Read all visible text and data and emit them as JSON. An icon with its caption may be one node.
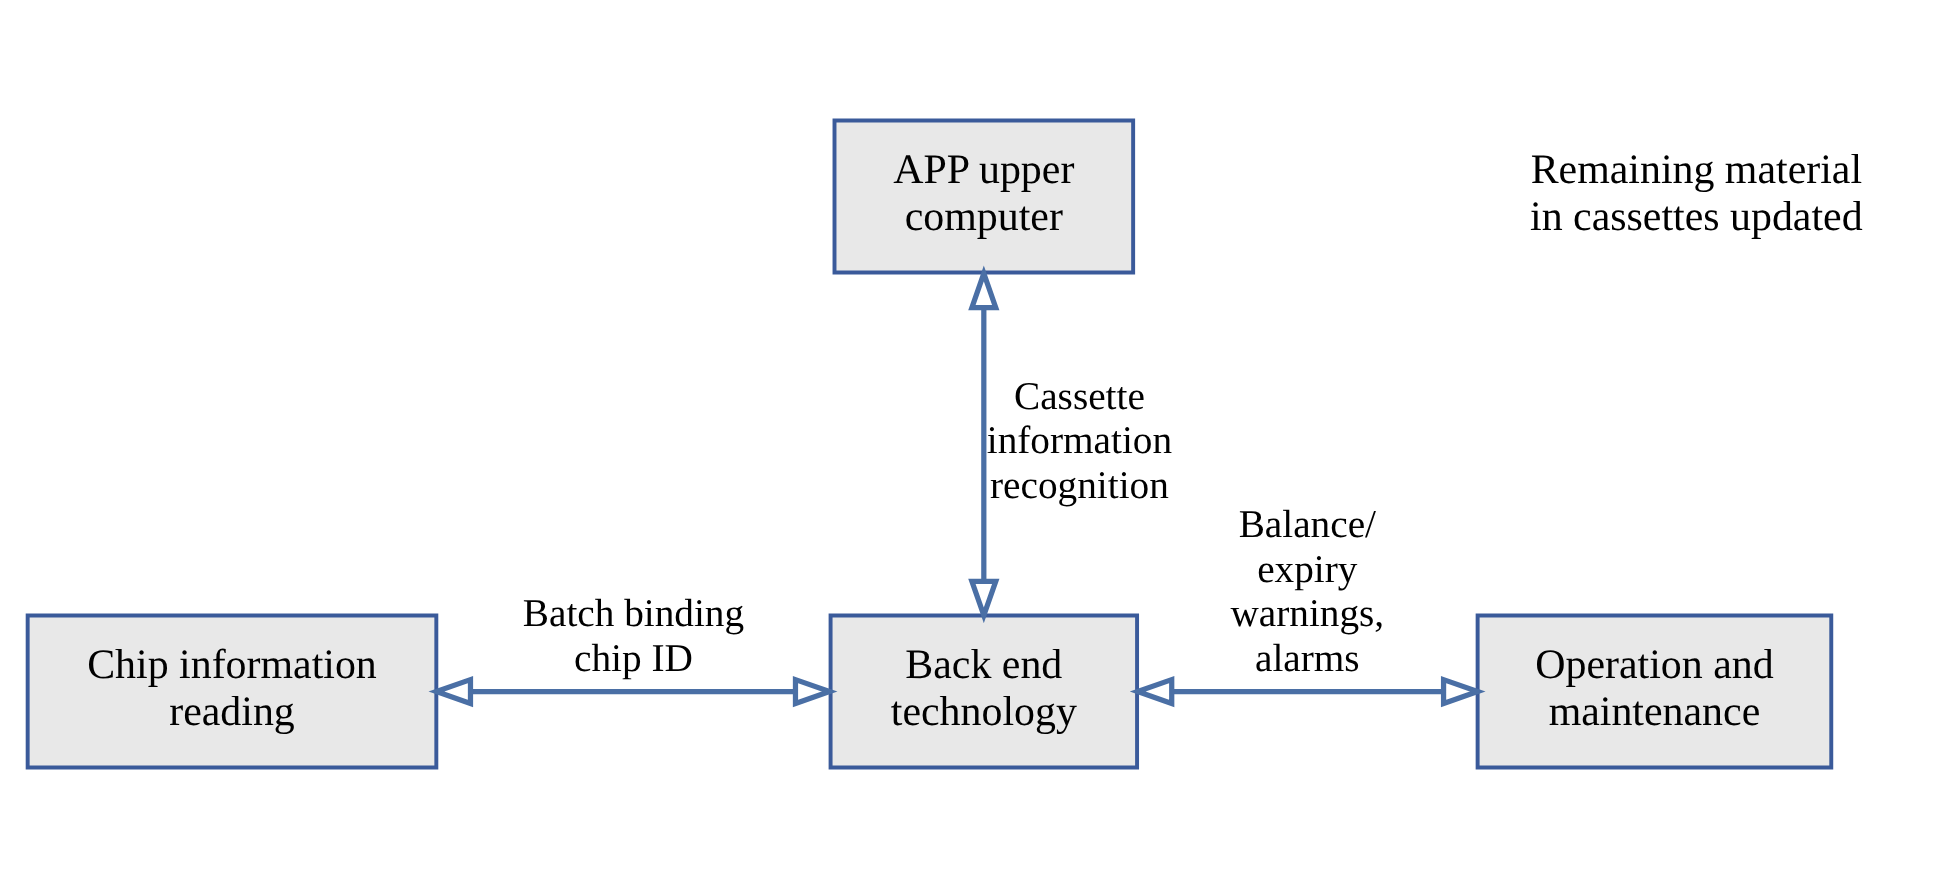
{
  "diagram": {
    "nodes": [
      {
        "text": [
          "APP upper computer"
        ]
      },
      {
        "text": [
          "Chip information reading"
        ]
      },
      {
        "text": [
          "Back end technology"
        ]
      },
      {
        "text": [
          "Operation and maintenance"
        ]
      }
    ],
    "edges": [
      {
        "from": 0,
        "to": 2,
        "arrow": "both",
        "label": "Cassette information recognition"
      },
      {
        "from": 1,
        "to": 2,
        "arrow": "both",
        "label": "Batch binding chip ID"
      },
      {
        "from": 2,
        "to": 3,
        "arrow": "both",
        "label": "Balance/ expiry warnings, alarms"
      }
    ],
    "labels": [
      "Remaining material in cassettes updated"
    ]
  }
}
